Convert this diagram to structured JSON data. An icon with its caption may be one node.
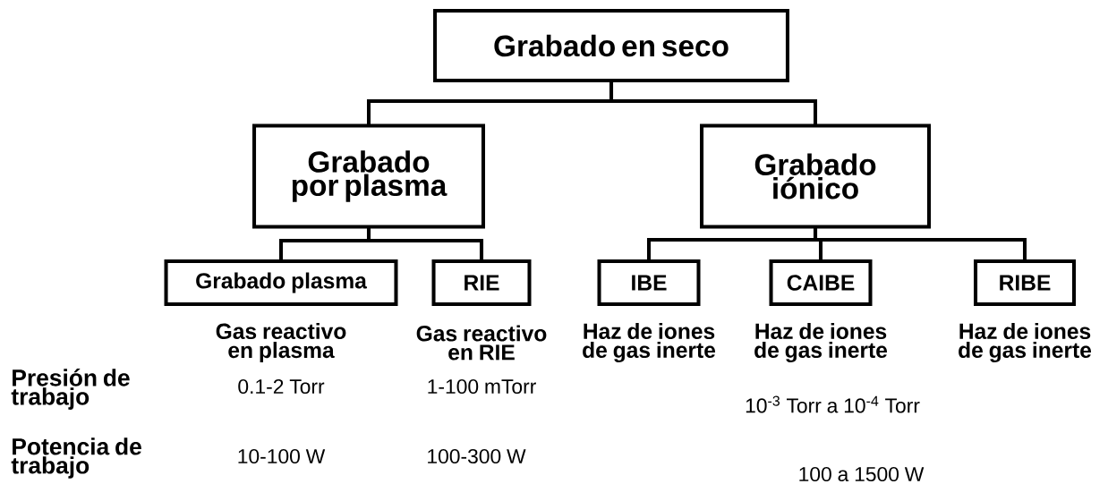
{
  "diagram": {
    "nodes": [
      {
        "text": [
          "Grabado en seco"
        ]
      },
      {
        "text": [
          "Grabado por plasma"
        ]
      },
      {
        "text": [
          "Grabado iónico"
        ]
      },
      {
        "text": [
          "Grabado plasma"
        ],
        "beside": [
          "Gas reactivo en plasma"
        ]
      },
      {
        "text": [
          "RIE"
        ],
        "beside": [
          "Gas reactivo en RIE"
        ]
      },
      {
        "text": [
          "IBE"
        ],
        "beside": [
          "Haz de iones de gas inerte"
        ]
      },
      {
        "text": [
          "CAIBE"
        ],
        "beside": [
          "Haz de iones de gas inerte"
        ]
      },
      {
        "text": [
          "RIBE"
        ],
        "beside": [
          "Haz de iones de gas inerte"
        ]
      }
    ],
    "edges": [
      {
        "from": 0,
        "to": 1,
        "arrow": "none"
      },
      {
        "from": 0,
        "to": 2,
        "arrow": "none"
      },
      {
        "from": 1,
        "to": 3,
        "arrow": "none"
      },
      {
        "from": 1,
        "to": 4,
        "arrow": "none"
      },
      {
        "from": 2,
        "to": 5,
        "arrow": "none"
      },
      {
        "from": 2,
        "to": 6,
        "arrow": "none"
      },
      {
        "from": 2,
        "to": 7,
        "arrow": "none"
      }
    ],
    "labels": [
      "Presión de trabajo",
      "0.1-2 Torr",
      "1-100 mTorr",
      "10$^{-3}$ Torr a 10$^{-4}$ Torr",
      "Potencia de trabajo",
      "10-100 W",
      "100-300 W",
      "100 a 1500 W"
    ]
  }
}
